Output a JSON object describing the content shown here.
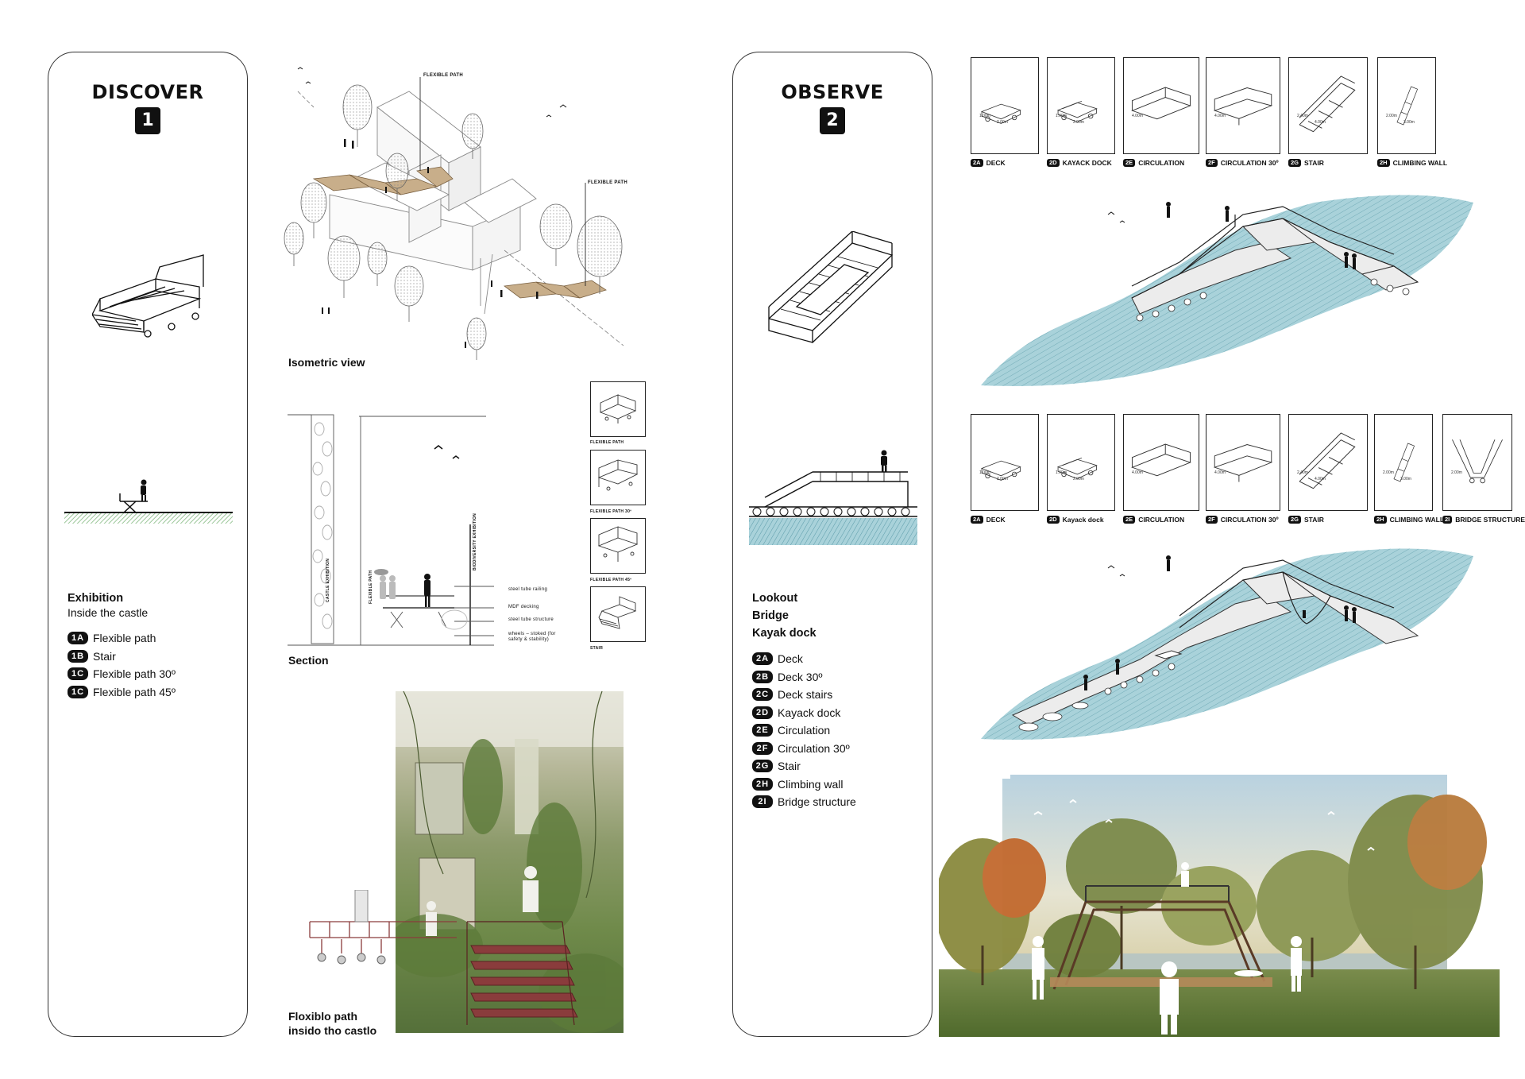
{
  "discover": {
    "title": "DISCOVER",
    "number": "1",
    "legend_heading": "Exhibition",
    "legend_sub": "Inside the castle",
    "items": [
      {
        "code": "1A",
        "label": "Flexible path"
      },
      {
        "code": "1B",
        "label": "Stair"
      },
      {
        "code": "1C",
        "label": "Flexible path 30º"
      },
      {
        "code": "1C",
        "label": "Flexible path 45º"
      }
    ],
    "iso_labels": [
      "FLEXIBLE PATH",
      "FLEXIBLE PATH"
    ],
    "iso_caption": "Isometric view",
    "section_caption": "Section",
    "section_labels": [
      "steel tube railing",
      "MDF decking",
      "steel tube structure",
      "wheels – stoked (for safety & stability)"
    ],
    "section_vertical_labels": [
      "CASTLE EXHIBITION",
      "FLEXIBLE PATH",
      "BIODIVERSITY EXHIBITION"
    ],
    "module_cards": [
      "FLEXIBLE PATH",
      "FLEXIBLE PATH 30º",
      "FLEXIBLE PATH 45º",
      "STAIR"
    ],
    "photo_caption_line1": "Floxiblo path",
    "photo_caption_line2": "insido tho castlo"
  },
  "observe": {
    "title": "OBSERVE",
    "number": "2",
    "legend_lines": [
      "Lookout",
      "Bridge",
      "Kayak dock"
    ],
    "items": [
      {
        "code": "2A",
        "label": "Deck"
      },
      {
        "code": "2B",
        "label": "Deck 30º"
      },
      {
        "code": "2C",
        "label": "Deck stairs"
      },
      {
        "code": "2D",
        "label": "Kayack dock"
      },
      {
        "code": "2E",
        "label": "Circulation"
      },
      {
        "code": "2F",
        "label": "Circulation 30º"
      },
      {
        "code": "2G",
        "label": "Stair"
      },
      {
        "code": "2H",
        "label": "Climbing wall"
      },
      {
        "code": "2I",
        "label": "Bridge structure"
      }
    ],
    "row1_cards": [
      {
        "code": "2A",
        "label": "DECK",
        "dims": [
          "1.00m",
          "2.00m"
        ]
      },
      {
        "code": "2D",
        "label": "KAYACK DOCK",
        "dims": [
          "1.00m",
          "2.00m"
        ]
      },
      {
        "code": "2E",
        "label": "CIRCULATION",
        "dims": [
          "4.00m"
        ]
      },
      {
        "code": "2F",
        "label": "CIRCULATION 30º",
        "dims": [
          "4.00m"
        ]
      },
      {
        "code": "2G",
        "label": "STAIR",
        "dims": [
          "2.40m",
          "4.00m"
        ]
      },
      {
        "code": "2H",
        "label": "CLIMBING WALL",
        "dims": [
          "2.00m",
          "3.00m"
        ]
      }
    ],
    "row2_cards": [
      {
        "code": "2A",
        "label": "DECK",
        "dims": [
          "1.00m",
          "2.00m"
        ]
      },
      {
        "code": "2D",
        "label": "Kayack dock",
        "dims": [
          "1.00m",
          "2.00m"
        ]
      },
      {
        "code": "2E",
        "label": "CIRCULATION",
        "dims": [
          "4.00m"
        ]
      },
      {
        "code": "2F",
        "label": "CIRCULATION 30º",
        "dims": [
          "4.00m"
        ]
      },
      {
        "code": "2G",
        "label": "STAIR",
        "dims": [
          "2.40m",
          "4.00m"
        ]
      },
      {
        "code": "2H",
        "label": "CLIMBING WALL",
        "dims": [
          "2.00m",
          "3.00m"
        ]
      },
      {
        "code": "2I",
        "label": "BRIDGE STRUCTURE",
        "dims": [
          "2.00m"
        ]
      }
    ]
  },
  "colors": {
    "water": "#a9d2da",
    "water_dark": "#5a9aa8",
    "deck_wood": "#c8ae8a",
    "grass_hatch": "#9cc79a",
    "stair_red": "#8a3c3c",
    "moss": "#6f8a4a",
    "tree_orange": "#c2692e"
  }
}
